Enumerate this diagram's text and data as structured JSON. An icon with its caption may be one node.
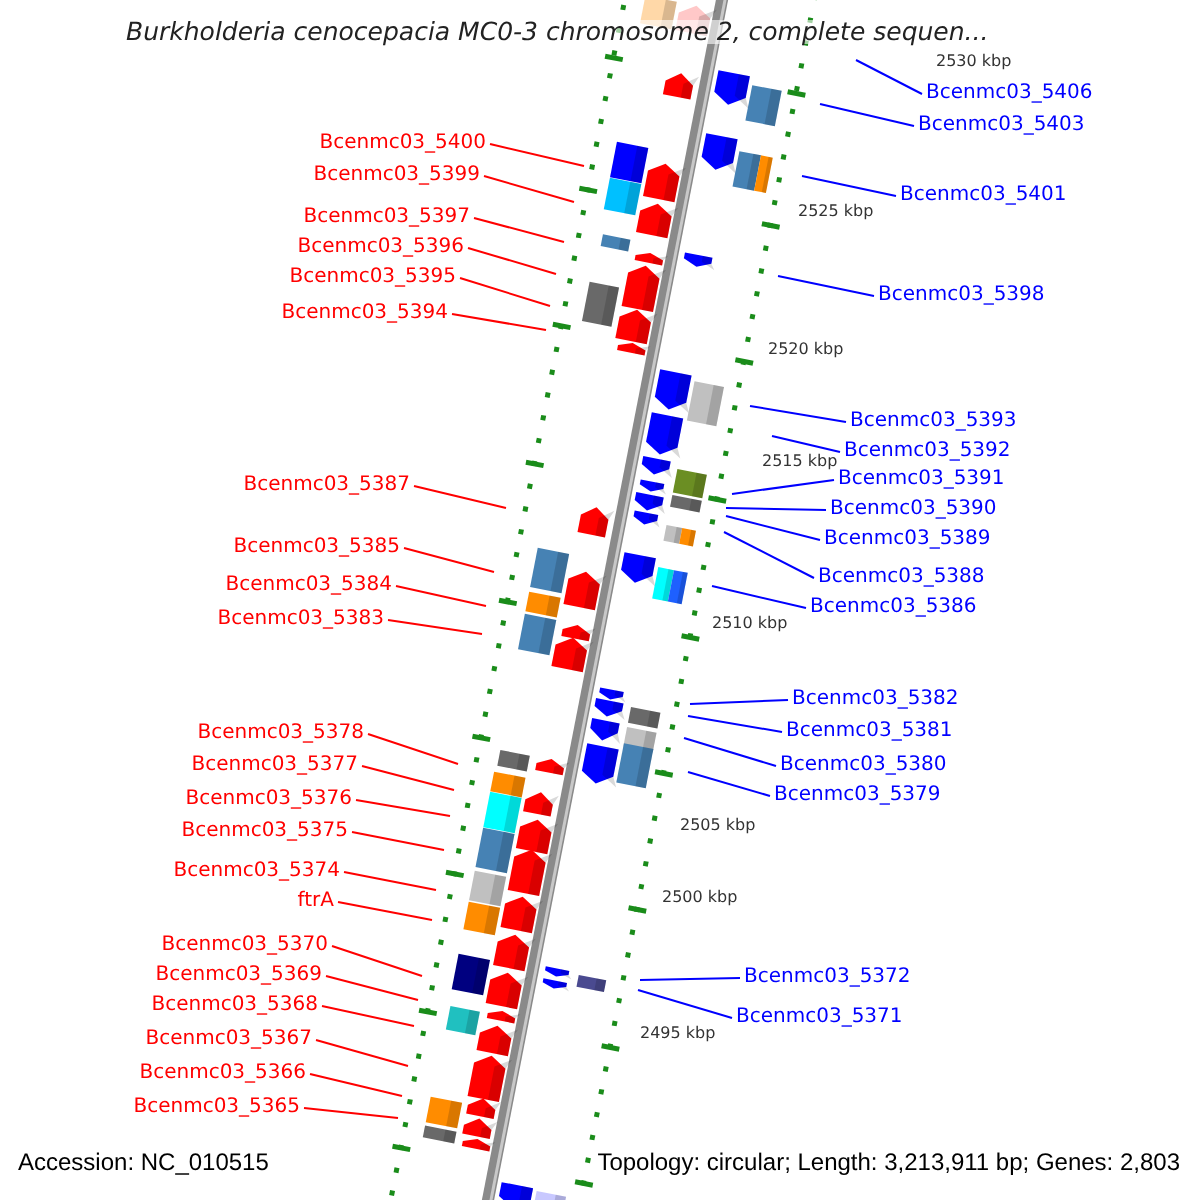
{
  "diagram": {
    "title": "Burkholderia cenocepacia MC0-3 chromosome 2, complete sequen...",
    "nodes": [
      {
        "text": [
          "Bcenmc03_5400"
        ]
      },
      {
        "text": [
          "Bcenmc03_5399"
        ]
      },
      {
        "text": [
          "Bcenmc03_5397"
        ]
      },
      {
        "text": [
          "Bcenmc03_5396"
        ]
      },
      {
        "text": [
          "Bcenmc03_5395"
        ]
      },
      {
        "text": [
          "Bcenmc03_5394"
        ]
      },
      {
        "text": [
          "Bcenmc03_5387"
        ]
      },
      {
        "text": [
          "Bcenmc03_5385"
        ]
      },
      {
        "text": [
          "Bcenmc03_5384"
        ]
      },
      {
        "text": [
          "Bcenmc03_5383"
        ]
      },
      {
        "text": [
          "Bcenmc03_5378"
        ]
      },
      {
        "text": [
          "Bcenmc03_5377"
        ]
      },
      {
        "text": [
          "Bcenmc03_5376"
        ]
      },
      {
        "text": [
          "Bcenmc03_5375"
        ]
      },
      {
        "text": [
          "Bcenmc03_5374"
        ]
      },
      {
        "text": [
          "ftrA"
        ]
      },
      {
        "text": [
          "Bcenmc03_5370"
        ]
      },
      {
        "text": [
          "Bcenmc03_5369"
        ]
      },
      {
        "text": [
          "Bcenmc03_5368"
        ]
      },
      {
        "text": [
          "Bcenmc03_5367"
        ]
      },
      {
        "text": [
          "Bcenmc03_5366"
        ]
      },
      {
        "text": [
          "Bcenmc03_5365"
        ]
      },
      {
        "text": [
          "Bcenmc03_5406"
        ]
      },
      {
        "text": [
          "Bcenmc03_5403"
        ]
      },
      {
        "text": [
          "Bcenmc03_5401"
        ]
      },
      {
        "text": [
          "Bcenmc03_5398"
        ]
      },
      {
        "text": [
          "Bcenmc03_5393"
        ]
      },
      {
        "text": [
          "Bcenmc03_5392"
        ]
      },
      {
        "text": [
          "Bcenmc03_5391"
        ]
      },
      {
        "text": [
          "Bcenmc03_5390"
        ]
      },
      {
        "text": [
          "Bcenmc03_5389"
        ]
      },
      {
        "text": [
          "Bcenmc03_5388"
        ]
      },
      {
        "text": [
          "Bcenmc03_5386"
        ]
      },
      {
        "text": [
          "Bcenmc03_5382"
        ]
      },
      {
        "text": [
          "Bcenmc03_5381"
        ]
      },
      {
        "text": [
          "Bcenmc03_5380"
        ]
      },
      {
        "text": [
          "Bcenmc03_5379"
        ]
      },
      {
        "text": [
          "Bcenmc03_5372"
        ]
      },
      {
        "text": [
          "Bcenmc03_5371"
        ]
      }
    ],
    "edges": [
      {
        "from": 0,
        "to": null,
        "arrow": "none"
      },
      {
        "from": 1,
        "to": null,
        "arrow": "none"
      },
      {
        "from": 2,
        "to": null,
        "arrow": "none"
      },
      {
        "from": 3,
        "to": null,
        "arrow": "none"
      },
      {
        "from": 4,
        "to": null,
        "arrow": "none"
      },
      {
        "from": 5,
        "to": null,
        "arrow": "none"
      },
      {
        "from": 6,
        "to": null,
        "arrow": "none"
      },
      {
        "from": 7,
        "to": null,
        "arrow": "none"
      },
      {
        "from": 8,
        "to": null,
        "arrow": "none"
      },
      {
        "from": 9,
        "to": null,
        "arrow": "none"
      },
      {
        "from": 10,
        "to": null,
        "arrow": "none"
      },
      {
        "from": 11,
        "to": null,
        "arrow": "none"
      },
      {
        "from": 12,
        "to": null,
        "arrow": "none"
      },
      {
        "from": 13,
        "to": null,
        "arrow": "none"
      },
      {
        "from": 14,
        "to": null,
        "arrow": "none"
      },
      {
        "from": 15,
        "to": null,
        "arrow": "none"
      },
      {
        "from": 16,
        "to": null,
        "arrow": "none"
      },
      {
        "from": 17,
        "to": null,
        "arrow": "none"
      },
      {
        "from": 18,
        "to": null,
        "arrow": "none"
      },
      {
        "from": 19,
        "to": null,
        "arrow": "none"
      },
      {
        "from": 20,
        "to": null,
        "arrow": "none"
      },
      {
        "from": 21,
        "to": null,
        "arrow": "none"
      },
      {
        "from": 22,
        "to": null,
        "arrow": "none",
        "color": "#0000ff"
      },
      {
        "from": 23,
        "to": null,
        "arrow": "none",
        "color": "#0000ff"
      },
      {
        "from": 24,
        "to": null,
        "arrow": "none",
        "color": "#0000ff"
      },
      {
        "from": 25,
        "to": null,
        "arrow": "none",
        "color": "#0000ff"
      },
      {
        "from": 26,
        "to": null,
        "arrow": "none",
        "color": "#0000ff"
      },
      {
        "from": 27,
        "to": null,
        "arrow": "none",
        "color": "#0000ff"
      },
      {
        "from": 28,
        "to": null,
        "arrow": "none",
        "color": "#0000ff"
      },
      {
        "from": 29,
        "to": null,
        "arrow": "none",
        "color": "#0000ff"
      },
      {
        "from": 30,
        "to": null,
        "arrow": "none",
        "color": "#0000ff"
      },
      {
        "from": 31,
        "to": null,
        "arrow": "none",
        "color": "#0000ff"
      },
      {
        "from": 32,
        "to": null,
        "arrow": "none",
        "color": "#0000ff"
      },
      {
        "from": 33,
        "to": null,
        "arrow": "none",
        "color": "#0000ff"
      },
      {
        "from": 34,
        "to": null,
        "arrow": "none",
        "color": "#0000ff"
      },
      {
        "from": 35,
        "to": null,
        "arrow": "none",
        "color": "#0000ff"
      },
      {
        "from": 36,
        "to": null,
        "arrow": "none",
        "color": "#0000ff"
      },
      {
        "from": 37,
        "to": null,
        "arrow": "none",
        "color": "#0000ff"
      },
      {
        "from": 38,
        "to": null,
        "arrow": "none",
        "color": "#0000ff"
      }
    ],
    "labels": [
      "2530 kbp",
      "2525 kbp",
      "2520 kbp",
      "2515 kbp",
      "2510 kbp",
      "2505 kbp",
      "2500 kbp",
      "2495 kbp",
      "Accession: NC_010515",
      "Topology: circular; Length: 3,213,911 bp; Genes: 2,803"
    ]
  }
}
